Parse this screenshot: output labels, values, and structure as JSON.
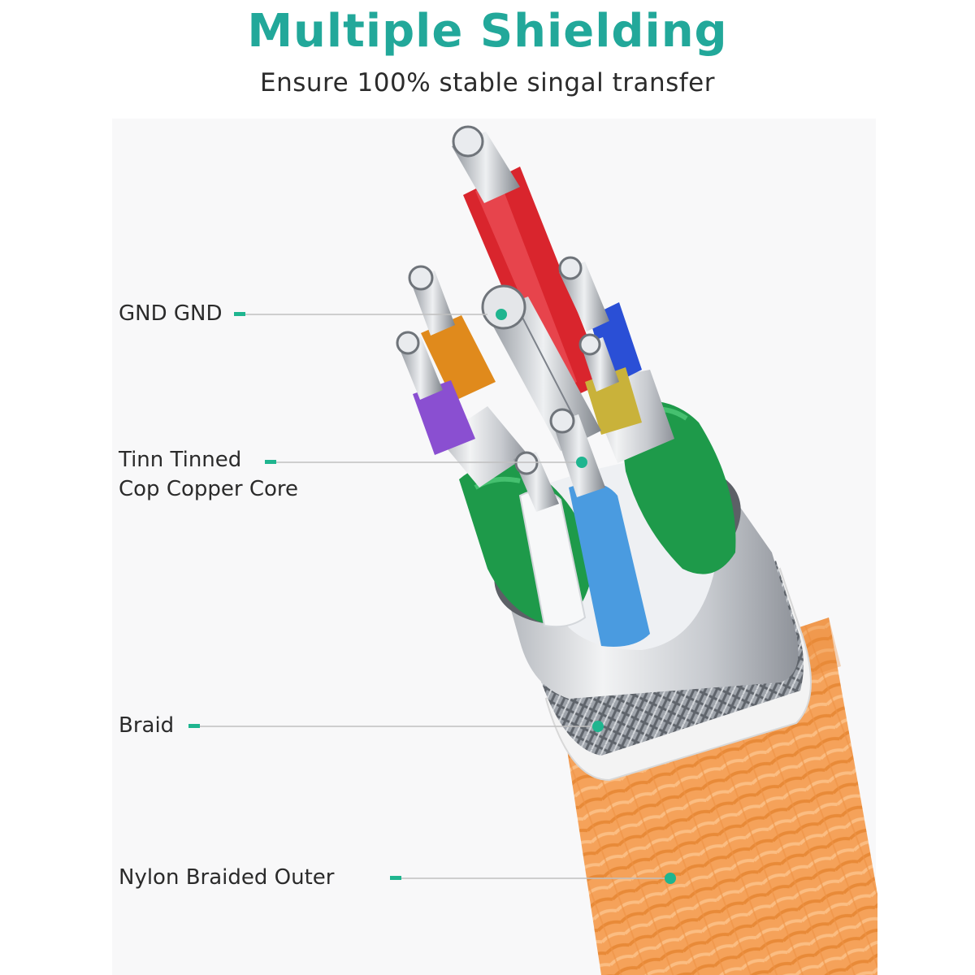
{
  "header": {
    "title": "Multiple Shielding",
    "subtitle": "Ensure 100% stable singal transfer"
  },
  "labels": {
    "gnd": "GND GND",
    "tinned_line1": "Tinn Tinned",
    "tinned_line2": "Cop Copper Core",
    "braid": "Braid",
    "nylon": "Nylon Braided Outer"
  },
  "colors": {
    "title": "#22a89a",
    "text": "#2b2b2b",
    "accent": "#1fb58f",
    "leader": "#bfbfbf",
    "jacket": "#f59a4b",
    "shield": "#c9ccd1",
    "wire_red": "#d9252d",
    "wire_blue": "#2a4fd6",
    "wire_orange": "#e08a1c",
    "wire_purple": "#8a4fd1",
    "wire_green": "#1e9a4a",
    "wire_lightblue": "#4a9be0",
    "wire_yellow": "#c9b23a"
  }
}
